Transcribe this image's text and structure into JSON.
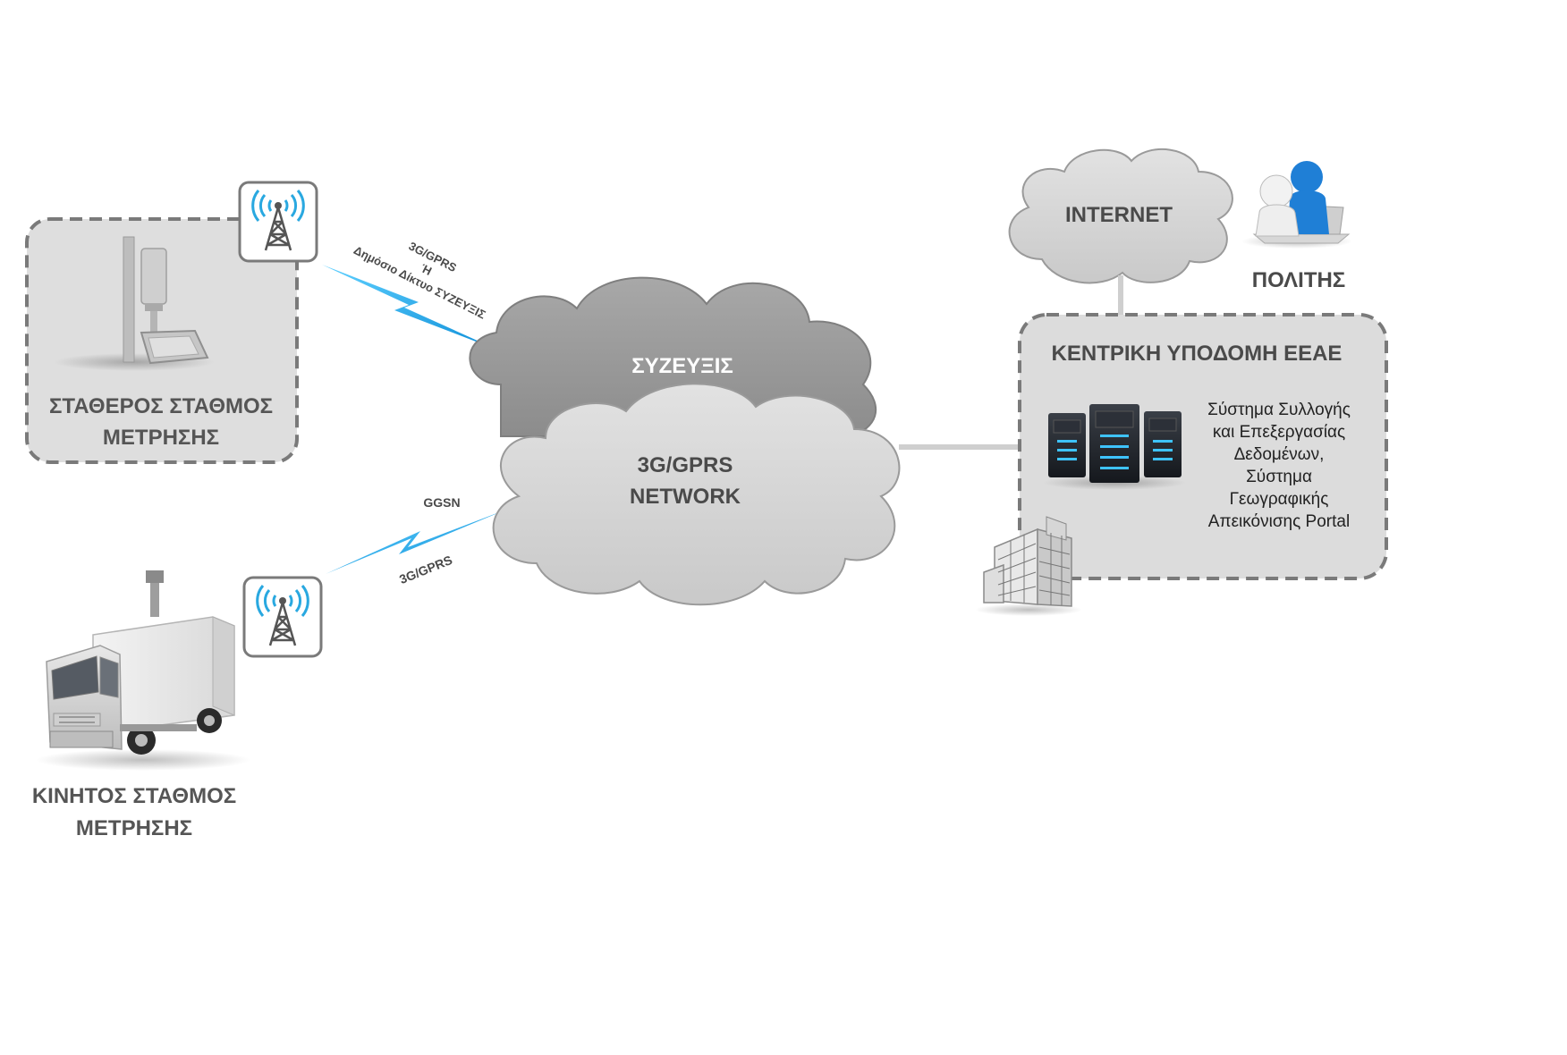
{
  "fixed_station": {
    "label_line1": "ΣΤΑΘΕΡΟΣ ΣΤΑΘΜΟΣ",
    "label_line2": "ΜΕΤΡΗΣΗΣ"
  },
  "mobile_station": {
    "label_line1": "ΚΙΝΗΤΟΣ ΣΤΑΘΜΟΣ",
    "label_line2": "ΜΕΤΡΗΣΗΣ"
  },
  "upper_link": {
    "line1": "3G/GPRS",
    "line2": "Ή",
    "line3": "Δημόσιο Δίκτυο ΣΥΖΕΥΞΙΣ"
  },
  "lower_link": {
    "label_top": "GGSN",
    "label_bottom": "3G/GPRS"
  },
  "clouds": {
    "back_label": "ΣΥΖΕΥΞΙΣ",
    "front_line1": "3G/GPRS",
    "front_line2": "NETWORK",
    "internet_label": "INTERNET"
  },
  "citizen": {
    "label": "ΠΟΛΙΤΗΣ"
  },
  "central": {
    "title": "ΚΕΝΤΡΙΚΗ ΥΠΟΔΟΜΗ ΕΕΑΕ",
    "desc": [
      "Σύστημα Συλλογής",
      "και Επεξεργασίας",
      "Δεδομένων,",
      "Σύστημα",
      "Γεωγραφικής",
      "Απεικόνισης Portal"
    ]
  },
  "colors": {
    "link_blue": "#1aa3e8",
    "dashed_border": "#7a7a7a",
    "cloud_light": "#d3d3d3",
    "cloud_dark": "#9a9a9a",
    "citizen_blue": "#1f7fd6"
  }
}
